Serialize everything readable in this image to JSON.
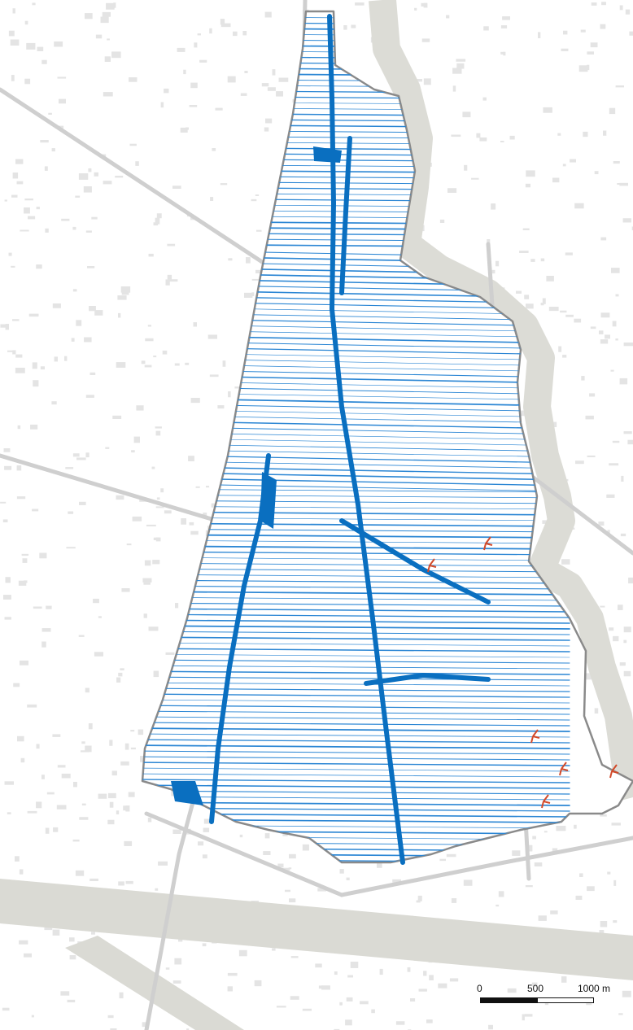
{
  "map": {
    "colors": {
      "water_main": "#0a6fc0",
      "water_ditch": "#2b86d4",
      "river": "#dcdcd6",
      "road": "#cfcfcf",
      "building": "#e4e4e4",
      "boundary": "#8a8a8a",
      "pump": "#d24a2a",
      "runway": "#dadad4"
    },
    "features": [
      "polder-boundary",
      "main-canals",
      "ditches",
      "river",
      "roads",
      "buildings",
      "airport-runway",
      "pumping-stations"
    ]
  },
  "scale": {
    "label_0": "0",
    "label_500": "500",
    "label_1000": "1000 m"
  }
}
